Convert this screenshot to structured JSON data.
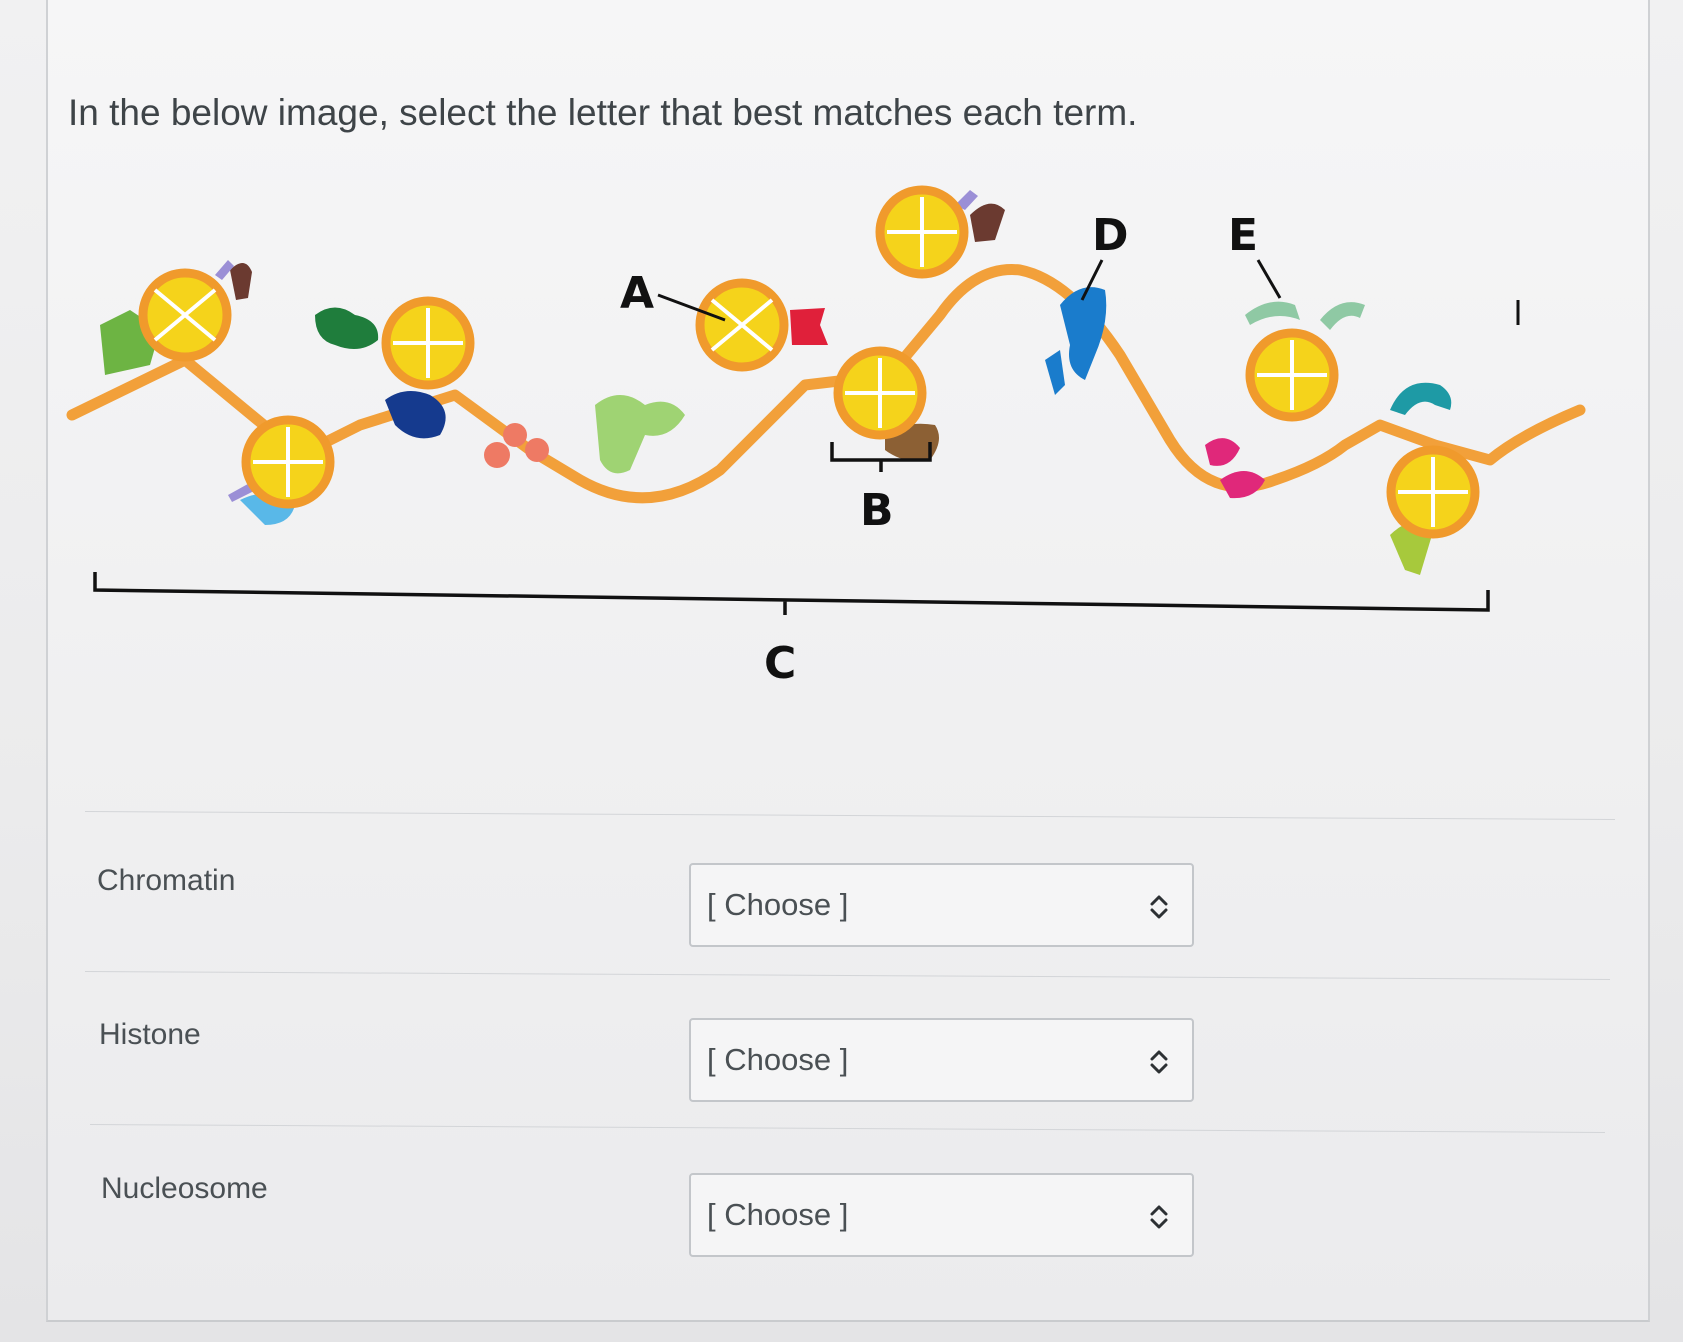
{
  "question": {
    "prompt": "In the below image, select the letter that best matches each term."
  },
  "figure": {
    "labels": {
      "A": "A",
      "B": "B",
      "C": "C",
      "D": "D",
      "E": "E"
    },
    "colors": {
      "dna_strand": "#f2a03a",
      "histone_fill": "#f5d31b",
      "histone_ring": "#f09a2c",
      "bracket": "#1a1a1a"
    }
  },
  "matching": {
    "rows": [
      {
        "term": "Chromatin",
        "selected": "[ Choose ]"
      },
      {
        "term": "Histone",
        "selected": "[ Choose ]"
      },
      {
        "term": "Nucleosome",
        "selected": "[ Choose ]"
      }
    ],
    "chevron_icon": "up-down-chevron-icon"
  }
}
